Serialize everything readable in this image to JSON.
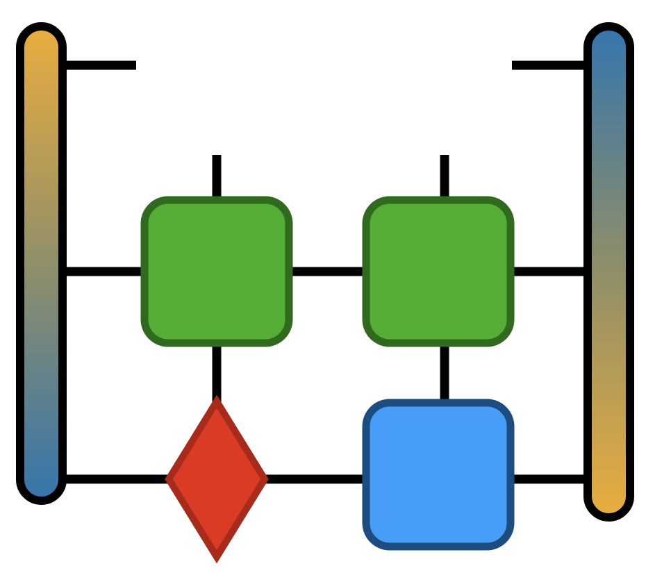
{
  "diagram": {
    "kind": "tensor-network",
    "colors": {
      "background": "#ffffff",
      "line": "#000000",
      "orange": "#e9ad3f",
      "blue_end": "#3575ad",
      "green_fill": "#54ad35",
      "green_stroke": "#2f6a1e",
      "blue_fill": "#489ef6",
      "blue_stroke": "#1d4c80",
      "red_fill": "#da3b25",
      "red_stroke": "#a72b1b"
    },
    "nodes": [
      {
        "id": "left-boundary-tensor",
        "shape": "capsule",
        "gradient": "orange-to-blue"
      },
      {
        "id": "right-boundary-tensor",
        "shape": "capsule",
        "gradient": "blue-to-orange"
      },
      {
        "id": "green-tensor-1",
        "shape": "rounded-square",
        "color": "green"
      },
      {
        "id": "green-tensor-2",
        "shape": "rounded-square",
        "color": "green"
      },
      {
        "id": "blue-tensor",
        "shape": "rounded-square",
        "color": "blue"
      },
      {
        "id": "red-diamond-tensor",
        "shape": "diamond",
        "color": "red"
      }
    ]
  }
}
